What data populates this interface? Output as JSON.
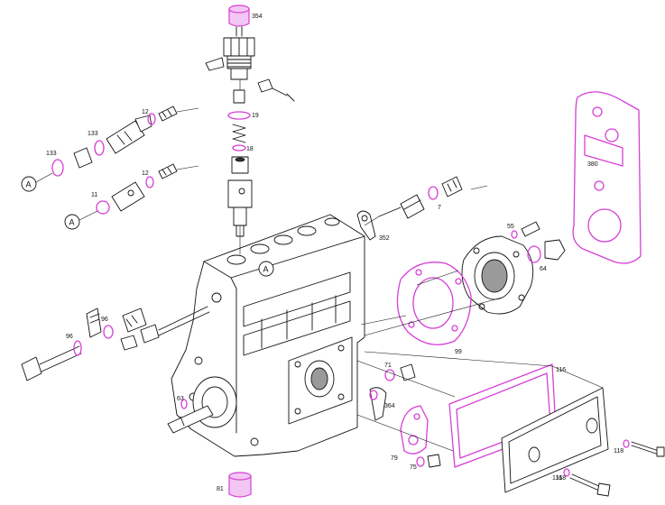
{
  "diagram": {
    "part_numbers": {
      "p354": "354",
      "p19": "19",
      "p18": "18",
      "p12a": "12",
      "p12b": "12",
      "p133a": "133",
      "p133b": "133",
      "p11": "11",
      "p7": "7",
      "p352": "352",
      "p380": "380",
      "p55": "55",
      "p64": "64",
      "p99": "99",
      "p96a": "96",
      "p96b": "96",
      "p116a": "116",
      "p116b": "116",
      "p118a": "118",
      "p118b": "118",
      "p71": "71",
      "p364": "364",
      "p79": "79",
      "p75": "75",
      "p63": "63",
      "p81": "81"
    },
    "callouts": {
      "a1": "A",
      "a2": "A",
      "a3": "A"
    },
    "colors": {
      "highlight": "#d63fd6",
      "highlight_fill": "#f3c7f3",
      "line": "#111111"
    }
  }
}
